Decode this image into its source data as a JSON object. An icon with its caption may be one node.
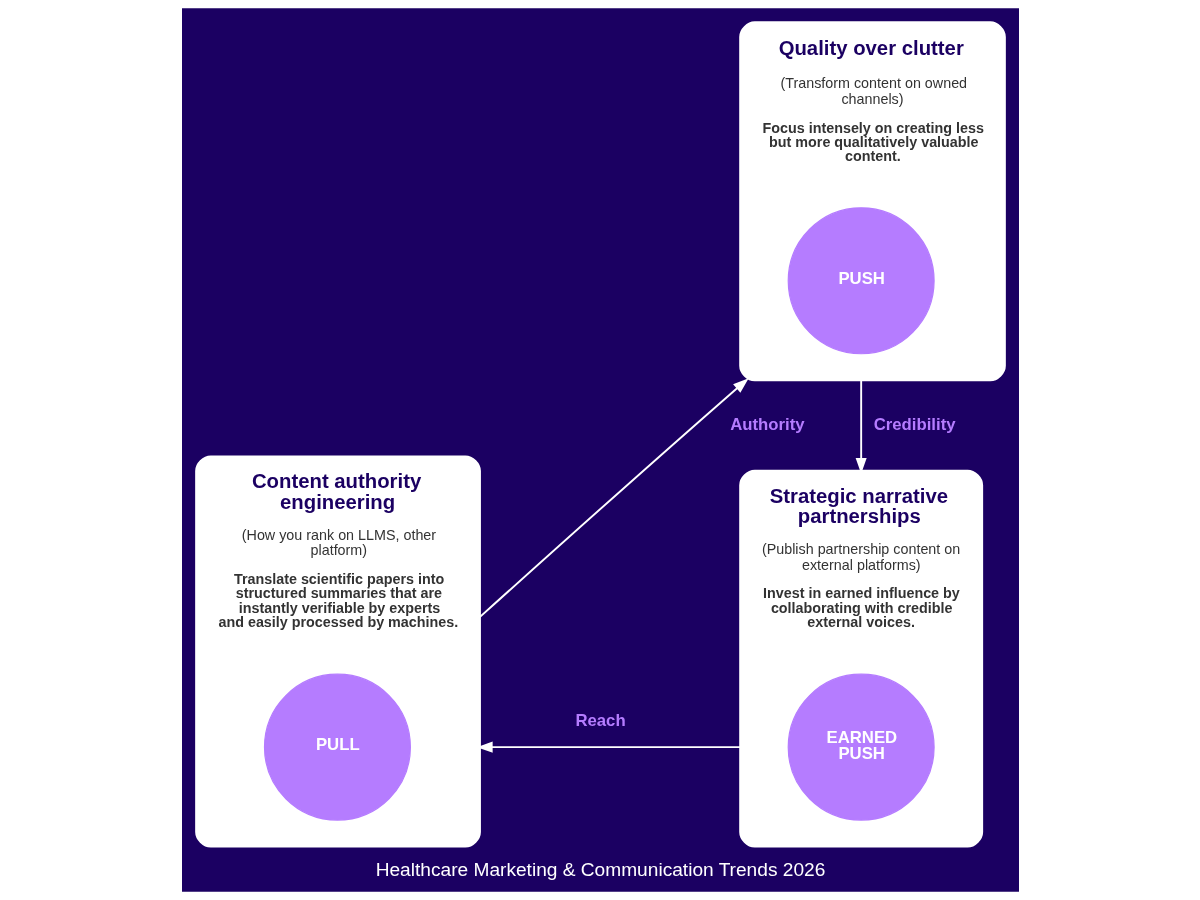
{
  "diagram": {
    "caption": "Healthcare Marketing & Communication Trends 2026",
    "nodes": [
      {
        "text": [
          "Quality over clutter",
          "(Transform content on owned channels)",
          "Focus intensely on creating less but more qualitatively valuable content."
        ]
      },
      {
        "text": [
          "PUSH"
        ],
        "in": 0
      },
      {
        "text": [
          "Content authority engineering",
          "(How you rank on LLMS, other platform)",
          "Translate scientific papers into structured summaries that are instantly verifiable by experts and easily processed by machines."
        ]
      },
      {
        "text": [
          "PULL"
        ],
        "in": 2
      },
      {
        "text": [
          "Strategic narrative partnerships",
          "(Publish partnership content on external platforms)",
          "Invest in earned influence by collaborating with credible external voices."
        ]
      },
      {
        "text": [
          "EARNED PUSH"
        ],
        "in": 4
      }
    ],
    "edges": [
      {
        "from": 0,
        "to": 4,
        "arrow": "to",
        "label": "Credibility"
      },
      {
        "from": 4,
        "to": 2,
        "arrow": "to",
        "label": "Reach"
      },
      {
        "from": 2,
        "to": 0,
        "arrow": "to",
        "label": "Authority"
      }
    ]
  }
}
